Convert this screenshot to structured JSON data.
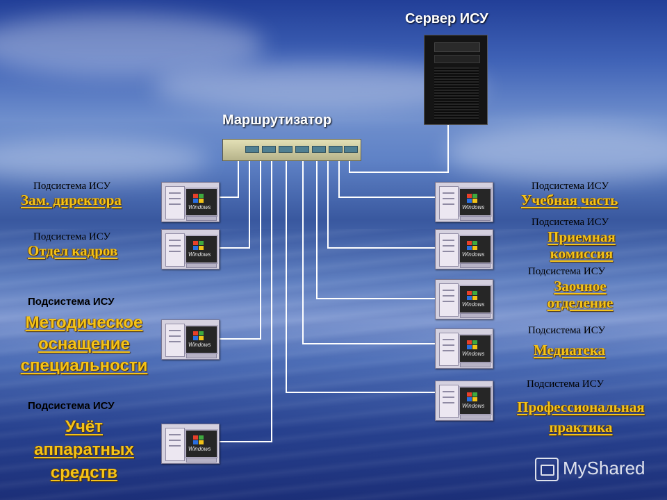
{
  "server": {
    "label": "Сервер ИСУ"
  },
  "router": {
    "label": "Маршрутизатор"
  },
  "subsystems_left": [
    {
      "caption": "Подсистема ИСУ",
      "name": "Зам. директора"
    },
    {
      "caption": "Подсистема ИСУ",
      "name": "Отдел кадров"
    },
    {
      "caption": "Подсистема ИСУ",
      "name_lines": [
        "Методическое",
        "оснащение",
        "специальности"
      ]
    },
    {
      "caption": "Подсистема ИСУ",
      "name_lines": [
        "Учёт",
        "аппаратных",
        "средств"
      ]
    }
  ],
  "subsystems_right": [
    {
      "caption": "Подсистема ИСУ",
      "name_parts": [
        "Учебная",
        " ",
        "часть"
      ]
    },
    {
      "caption": "Подсистема ИСУ",
      "name_lines": [
        "Приемная",
        "комиссия"
      ]
    },
    {
      "caption": "Подсистема ИСУ",
      "name_lines": [
        "Заочное",
        "отделение"
      ]
    },
    {
      "caption": "Подсистема ИСУ",
      "name": "Медиатека"
    },
    {
      "caption": "Подсистема ИСУ",
      "name_lines": [
        "Профессиональная",
        "практика"
      ]
    }
  ],
  "workstation_screen_text": "Windows",
  "watermark": {
    "text": "MyShared"
  },
  "colors": {
    "link": "#f5c318",
    "wire": "#ffffff",
    "caption": "#ffffff"
  }
}
